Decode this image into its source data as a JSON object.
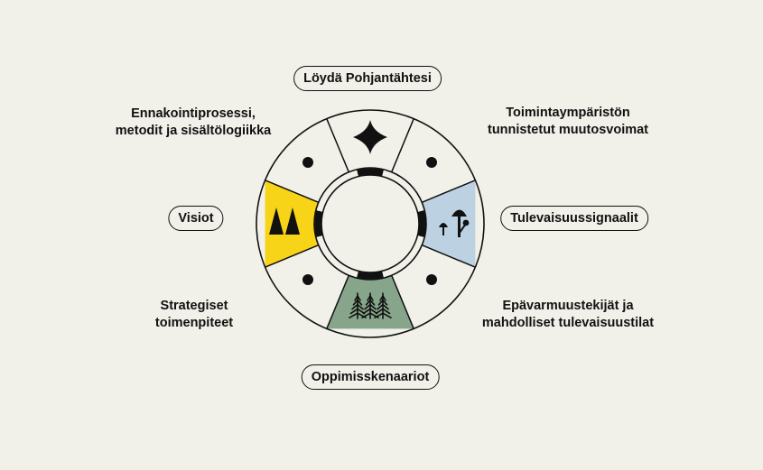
{
  "colors": {
    "background": "#f1f0e9",
    "outline": "#111111",
    "visiot_segment": "#f7d417",
    "signaalit_segment": "#bcd2e2",
    "skenaariot_segment": "#86a58a"
  },
  "stages": {
    "top": "Löydä Pohjantähtesi",
    "top_right": [
      "Toimintaympäristön",
      "tunnistetut muutosvoimat"
    ],
    "right": "Tulevaisuussignaalit",
    "bottom_right": [
      "Epävarmuustekijät ja",
      "mahdolliset tulevaisuustilat"
    ],
    "bottom": "Oppimisskenaariot",
    "bottom_left": [
      "Strategiset",
      "toimenpiteet"
    ],
    "left": "Visiot",
    "top_left": [
      "Ennakointiprosessi,",
      "metodit ja sisältölogiikka"
    ]
  },
  "icons": {
    "top": "star-icon",
    "right": "mushroom-icon",
    "bottom": "spruce-trees-icon",
    "left": "mountain-peaks-icon",
    "diagonals": "dot-icon"
  }
}
